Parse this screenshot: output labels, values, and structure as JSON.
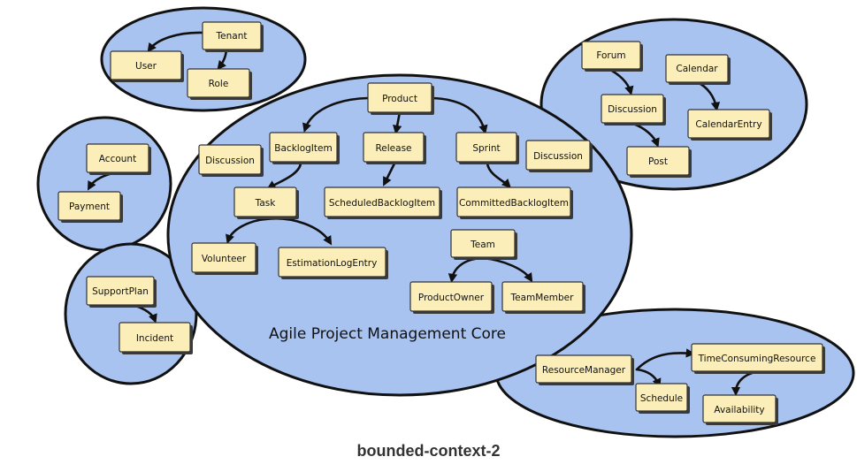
{
  "caption": "bounded-context-2",
  "core_title": "Agile Project Management Core",
  "entities": {
    "tenant": "Tenant",
    "user": "User",
    "role": "Role",
    "product": "Product",
    "backlog_item": "BacklogItem",
    "release": "Release",
    "sprint": "Sprint",
    "discussion_left": "Discussion",
    "discussion_right": "Discussion",
    "task": "Task",
    "scheduled_backlog_item": "ScheduledBacklogItem",
    "committed_backlog_item": "CommittedBacklogItem",
    "volunteer": "Volunteer",
    "estimation_log_entry": "EstimationLogEntry",
    "team": "Team",
    "product_owner": "ProductOwner",
    "team_member": "TeamMember",
    "account": "Account",
    "payment": "Payment",
    "support_plan": "SupportPlan",
    "incident": "Incident",
    "forum": "Forum",
    "calendar": "Calendar",
    "discussion_collab": "Discussion",
    "calendar_entry": "CalendarEntry",
    "post": "Post",
    "resource_manager": "ResourceManager",
    "time_consuming_resource": "TimeConsumingResource",
    "schedule": "Schedule",
    "availability": "Availability"
  }
}
